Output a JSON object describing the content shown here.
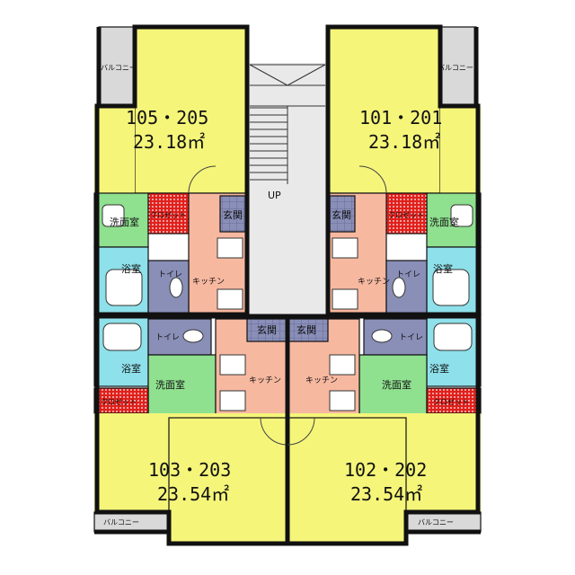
{
  "units": {
    "u105": {
      "number": "105・205",
      "area": "23.18㎡"
    },
    "u101": {
      "number": "101・201",
      "area": "23.18㎡"
    },
    "u103": {
      "number": "103・203",
      "area": "23.54㎡"
    },
    "u102": {
      "number": "102・202",
      "area": "23.54㎡"
    }
  },
  "labels": {
    "balcony": "バルコニー",
    "closet": "クロゼット",
    "washroom": "洗面室",
    "bath": "浴室",
    "toilet": "トイレ",
    "kitchen": "キッチン",
    "entrance": "玄関",
    "up": "UP"
  },
  "colors": {
    "living": "#f5f57a",
    "entrance": "#8a8fb8",
    "kitchen": "#f7b8a0",
    "bath": "#8ee0ea",
    "washroom": "#8fe08f",
    "closet": "#e0201c",
    "common": "#e9e9e9",
    "balcony": "#d9d9d9"
  }
}
